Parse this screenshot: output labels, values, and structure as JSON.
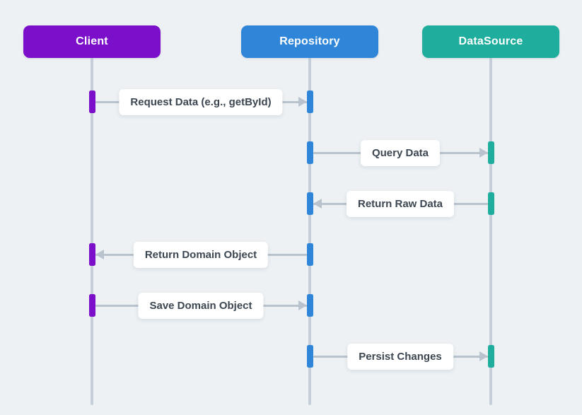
{
  "diagram": {
    "type": "sequence",
    "actors": [
      {
        "name": "Client",
        "color": "#7c10ca"
      },
      {
        "name": "Repository",
        "color": "#2f86d8"
      },
      {
        "name": "DataSource",
        "color": "#1fae9e"
      }
    ],
    "messages": [
      {
        "label": "Request Data (e.g., getById)",
        "from": "Client",
        "to": "Repository"
      },
      {
        "label": "Query Data",
        "from": "Repository",
        "to": "DataSource"
      },
      {
        "label": "Return Raw Data",
        "from": "DataSource",
        "to": "Repository"
      },
      {
        "label": "Return Domain Object",
        "from": "Repository",
        "to": "Client"
      },
      {
        "label": "Save Domain Object",
        "from": "Client",
        "to": "Repository"
      },
      {
        "label": "Persist Changes",
        "from": "Repository",
        "to": "DataSource"
      }
    ],
    "colors": {
      "background": "#edf1f4",
      "lifeline": "#c6cfd9",
      "arrow": "#b8c3ce",
      "label_bg": "#ffffff",
      "label_text": "#3d4752",
      "client": "#7c10ca",
      "repository": "#2f86d8",
      "datasource": "#1fae9e"
    }
  }
}
